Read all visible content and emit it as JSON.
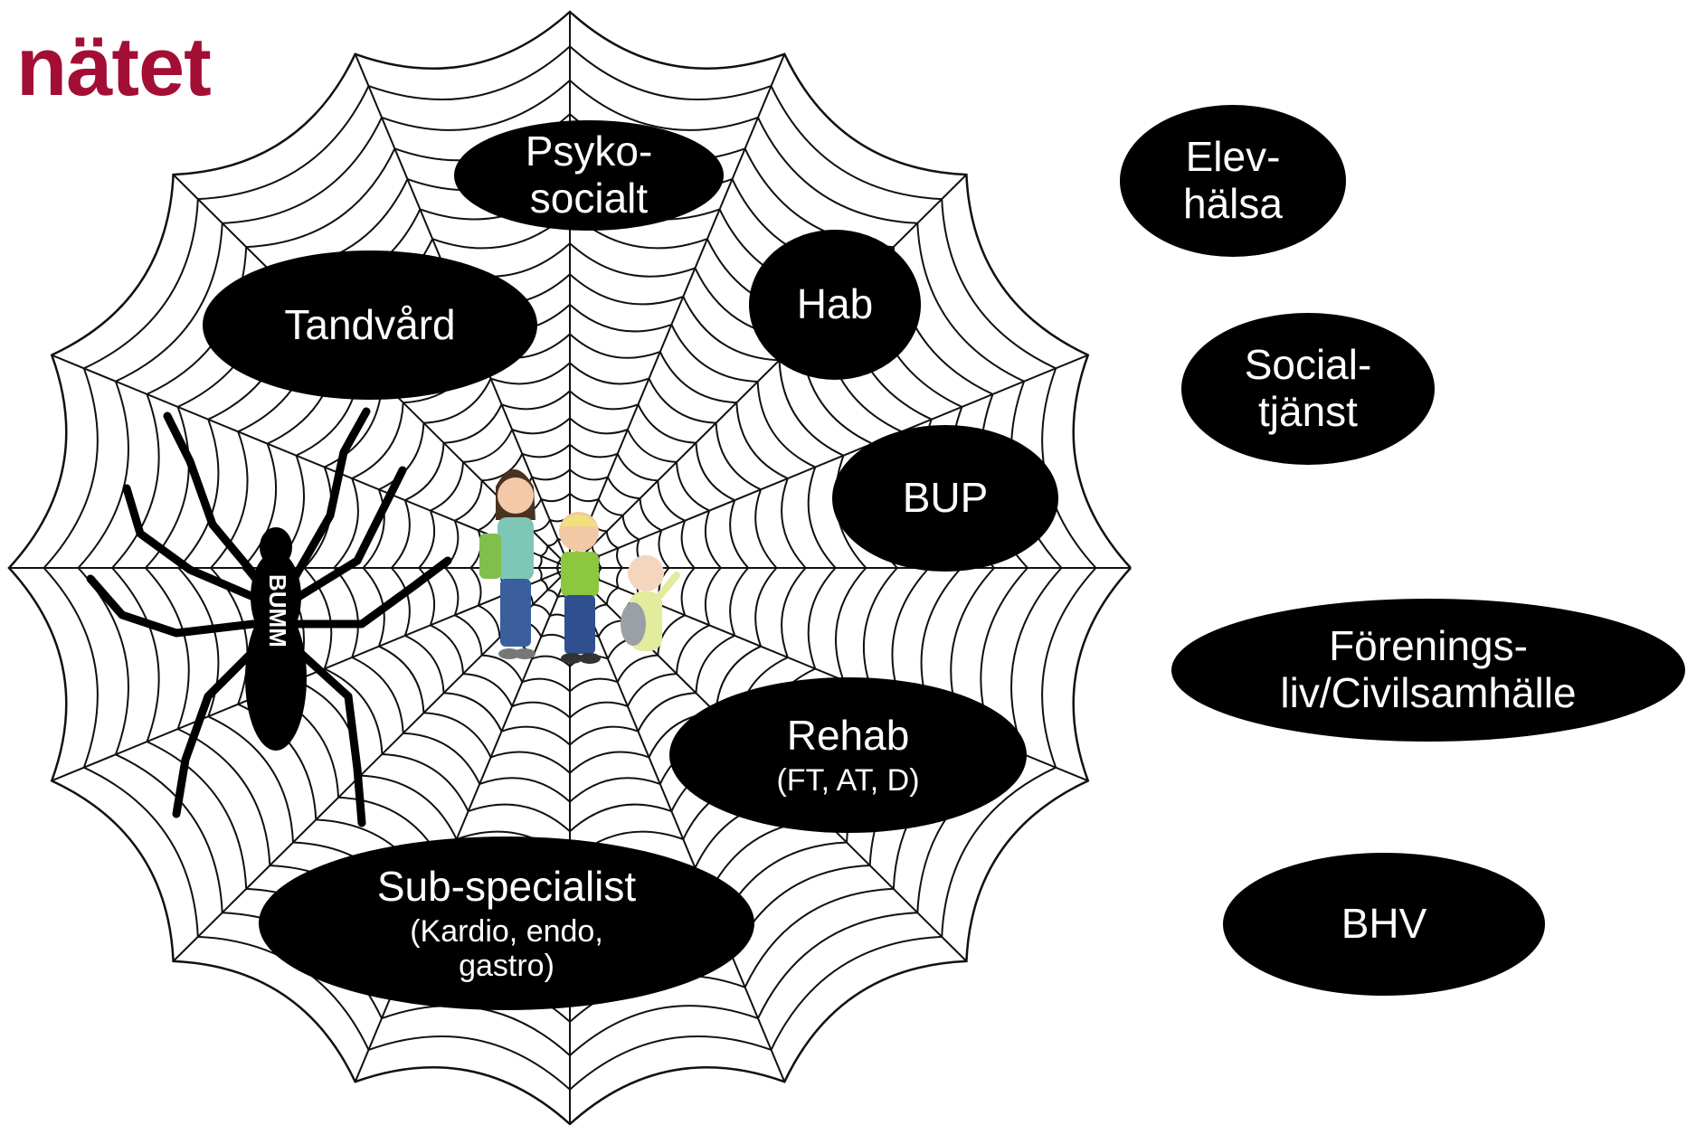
{
  "title": "nätet",
  "colors": {
    "title": "#a30e35",
    "node": "#000000",
    "node_text": "#ffffff",
    "web": "#111111"
  },
  "spider": {
    "label": "BUMM",
    "icon": "spider-icon"
  },
  "center": {
    "icon": "family-illustration",
    "figures": [
      "girl",
      "boy",
      "baby"
    ]
  },
  "nodes": {
    "psyko": {
      "lines": [
        "Psyko-",
        "socialt"
      ],
      "sub": []
    },
    "tandvard": {
      "lines": [
        "Tandvård"
      ],
      "sub": []
    },
    "hab": {
      "lines": [
        "Hab"
      ],
      "sub": []
    },
    "bup": {
      "lines": [
        "BUP"
      ],
      "sub": []
    },
    "rehab": {
      "lines": [
        "Rehab"
      ],
      "sub": [
        "(FT, AT, D)"
      ]
    },
    "subspec": {
      "lines": [
        "Sub-specialist"
      ],
      "sub": [
        "(Kardio, endo,",
        "gastro)"
      ]
    },
    "elev": {
      "lines": [
        "Elev-",
        "hälsa"
      ],
      "sub": []
    },
    "social": {
      "lines": [
        "Social-",
        "tjänst"
      ],
      "sub": []
    },
    "forening": {
      "lines": [
        "Förenings-",
        "liv/Civilsamhälle"
      ],
      "sub": []
    },
    "bhv": {
      "lines": [
        "BHV"
      ],
      "sub": []
    }
  }
}
